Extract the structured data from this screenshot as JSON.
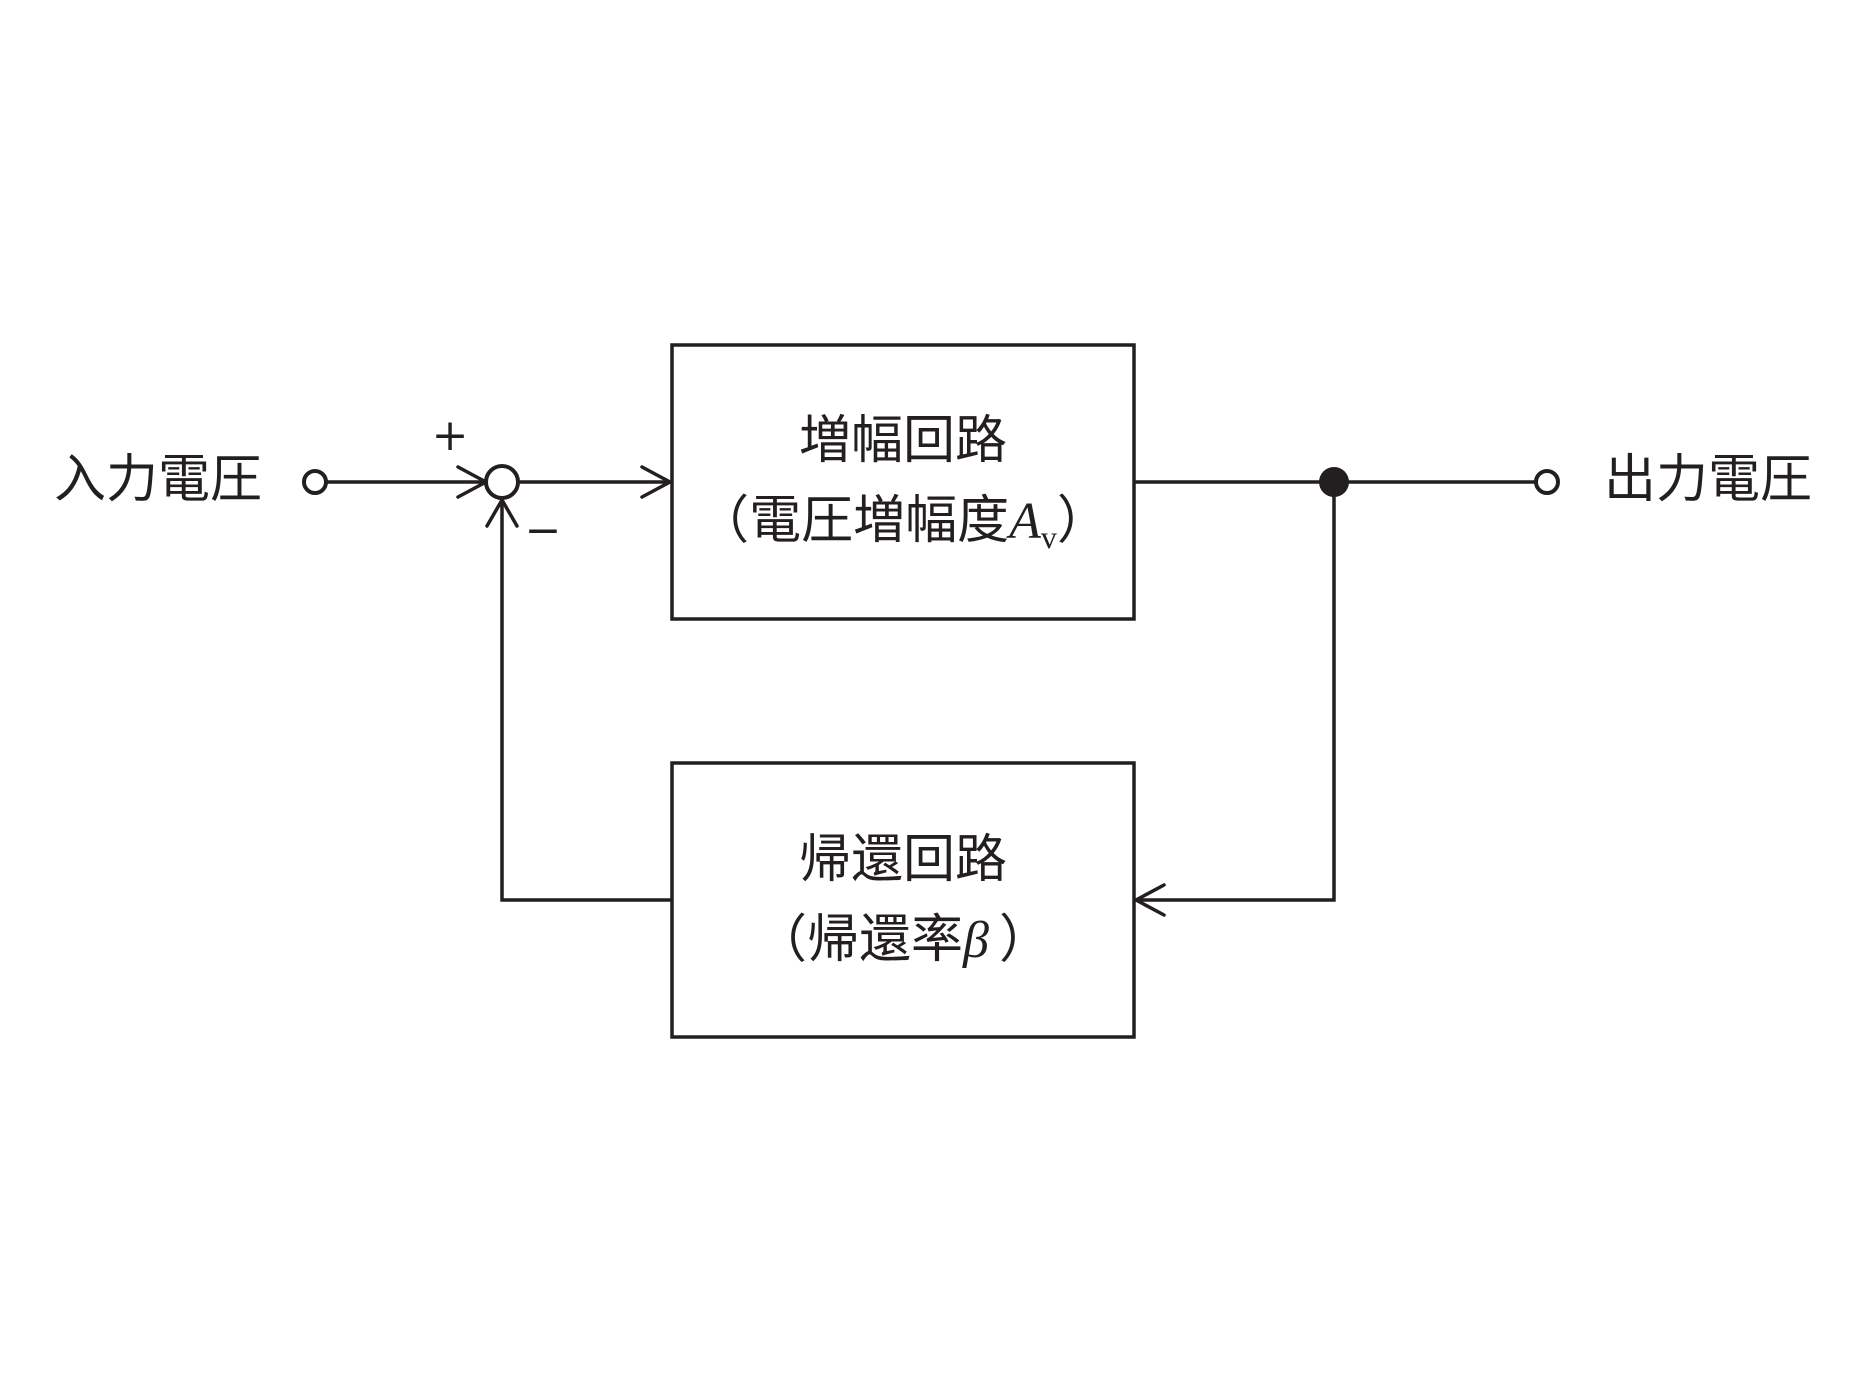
{
  "input_label": "入力電圧",
  "output_label": "出力電圧",
  "sum_plus_sign": "+",
  "sum_minus_sign": "−",
  "amplifier": {
    "title": "増幅回路",
    "paren_open": "（",
    "caption": "電圧増幅度",
    "symbol": "A",
    "symbol_subscript": "v",
    "paren_close": "）"
  },
  "feedback": {
    "title": "帰還回路",
    "paren_open": "（",
    "caption": "帰還率",
    "symbol": "β",
    "paren_close": "）"
  }
}
